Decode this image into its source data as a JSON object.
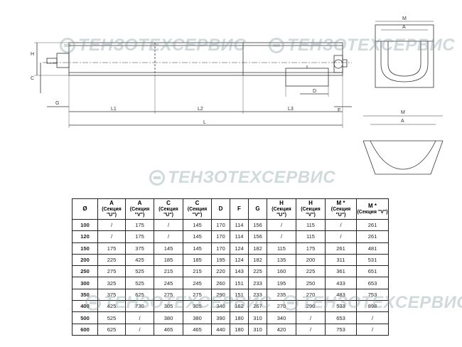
{
  "watermark": "ТЕНЗОТЕХСЕРВИС",
  "drawing_labels": {
    "H": "H",
    "C": "C",
    "G": "G",
    "L1": "L1",
    "L2": "L2",
    "L3": "L3",
    "L": "L",
    "F": "F",
    "D": "D",
    "M_top": "M",
    "A_top": "A",
    "M_bottom": "M",
    "A_bottom": "A"
  },
  "table": {
    "headers": [
      {
        "main": "Ø",
        "sub": ""
      },
      {
        "main": "A",
        "sub": "(Секция \"U\")"
      },
      {
        "main": "A",
        "sub": "(Секция \"V\")"
      },
      {
        "main": "C",
        "sub": "(Секция \"U\")"
      },
      {
        "main": "C",
        "sub": "(Секция \"V\")"
      },
      {
        "main": "D",
        "sub": ""
      },
      {
        "main": "F",
        "sub": ""
      },
      {
        "main": "G",
        "sub": ""
      },
      {
        "main": "H",
        "sub": "(Секция \"U\")"
      },
      {
        "main": "H",
        "sub": "(Секция \"V\")"
      },
      {
        "main": "M *",
        "sub": "(Секция \"U\")"
      },
      {
        "main": "M *",
        "sub": "(Секция \"V\")"
      }
    ],
    "rows": [
      [
        "100",
        "/",
        "175",
        "/",
        "145",
        "170",
        "114",
        "156",
        "/",
        "115",
        "/",
        "261"
      ],
      [
        "120",
        "/",
        "175",
        "/",
        "145",
        "170",
        "114",
        "156",
        "/",
        "115",
        "/",
        "261"
      ],
      [
        "150",
        "175",
        "375",
        "145",
        "145",
        "170",
        "124",
        "182",
        "115",
        "175",
        "261",
        "481"
      ],
      [
        "200",
        "225",
        "425",
        "185",
        "185",
        "195",
        "124",
        "182",
        "135",
        "200",
        "311",
        "531"
      ],
      [
        "250",
        "275",
        "525",
        "215",
        "215",
        "220",
        "143",
        "225",
        "160",
        "225",
        "361",
        "651"
      ],
      [
        "300",
        "325",
        "525",
        "245",
        "245",
        "260",
        "151",
        "233",
        "195",
        "250",
        "433",
        "653"
      ],
      [
        "350",
        "375",
        "625",
        "275",
        "275",
        "290",
        "151",
        "233",
        "235",
        "270",
        "483",
        "753"
      ],
      [
        "400",
        "425",
        "730",
        "305",
        "305",
        "340",
        "162",
        "267",
        "270",
        "290",
        "533",
        "898"
      ],
      [
        "500",
        "525",
        "/",
        "380",
        "380",
        "390",
        "180",
        "310",
        "340",
        "/",
        "653",
        "/"
      ],
      [
        "600",
        "625",
        "/",
        "465",
        "465",
        "440",
        "180",
        "310",
        "420",
        "/",
        "753",
        "/"
      ]
    ]
  },
  "colors": {
    "line": "#333333",
    "watermark": "#8fa8a8"
  }
}
